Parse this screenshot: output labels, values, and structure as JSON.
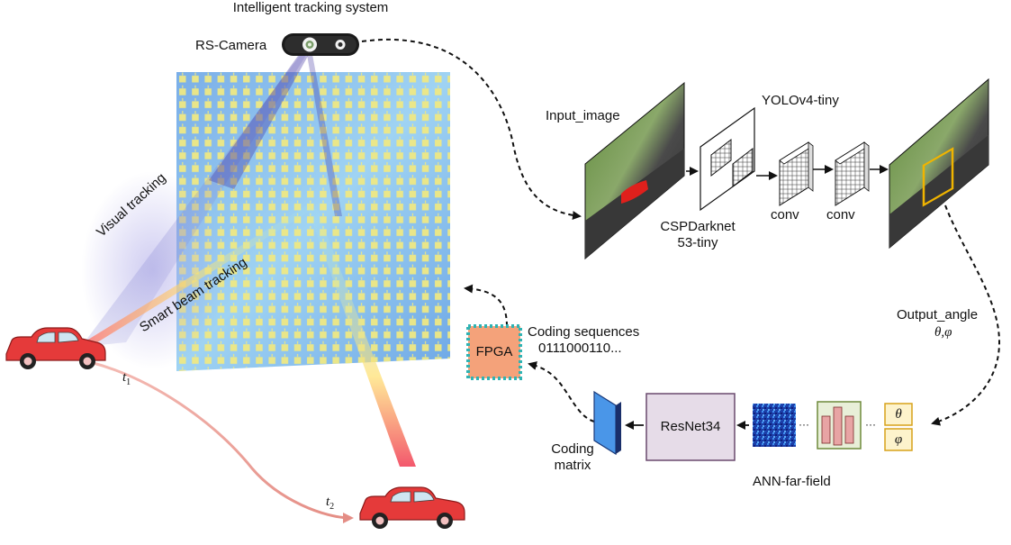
{
  "title": "Intelligent tracking system",
  "camera_label": "RS-Camera",
  "beam_labels": {
    "visual": "Visual tracking",
    "smart": "Smart beam tracking"
  },
  "time_labels": {
    "t1": "t",
    "t1_sub": "1",
    "t2": "t",
    "t2_sub": "2"
  },
  "detection": {
    "input_label": "Input_image",
    "network_label": "YOLOv4-tiny",
    "backbone_line1": "CSPDarknet",
    "backbone_line2": "53-tiny",
    "conv1": "conv",
    "conv2": "conv"
  },
  "output": {
    "angle_label": "Output_angle",
    "angle_symbols": "θ,φ"
  },
  "ann": {
    "theta": "θ",
    "phi": "φ",
    "dots": "···",
    "resnet": "ResNet34",
    "label": "ANN-far-field"
  },
  "coding": {
    "matrix_line1": "Coding",
    "matrix_line2": "matrix",
    "fpga": "FPGA",
    "seq_line1": "Coding sequences",
    "seq_line2": "0111000110..."
  },
  "colors": {
    "metasurface": "#8fc8f0",
    "unit_cell": "#e8e07a",
    "fpga_fill": "#f4a27a",
    "fpga_border": "#2fb3b3",
    "resnet_fill": "#e6dce8",
    "ann_fill": "#e8efd8",
    "angle_fill": "#fdf3cc",
    "car_body": "#e53a3a",
    "bbox": "#f0b400"
  }
}
